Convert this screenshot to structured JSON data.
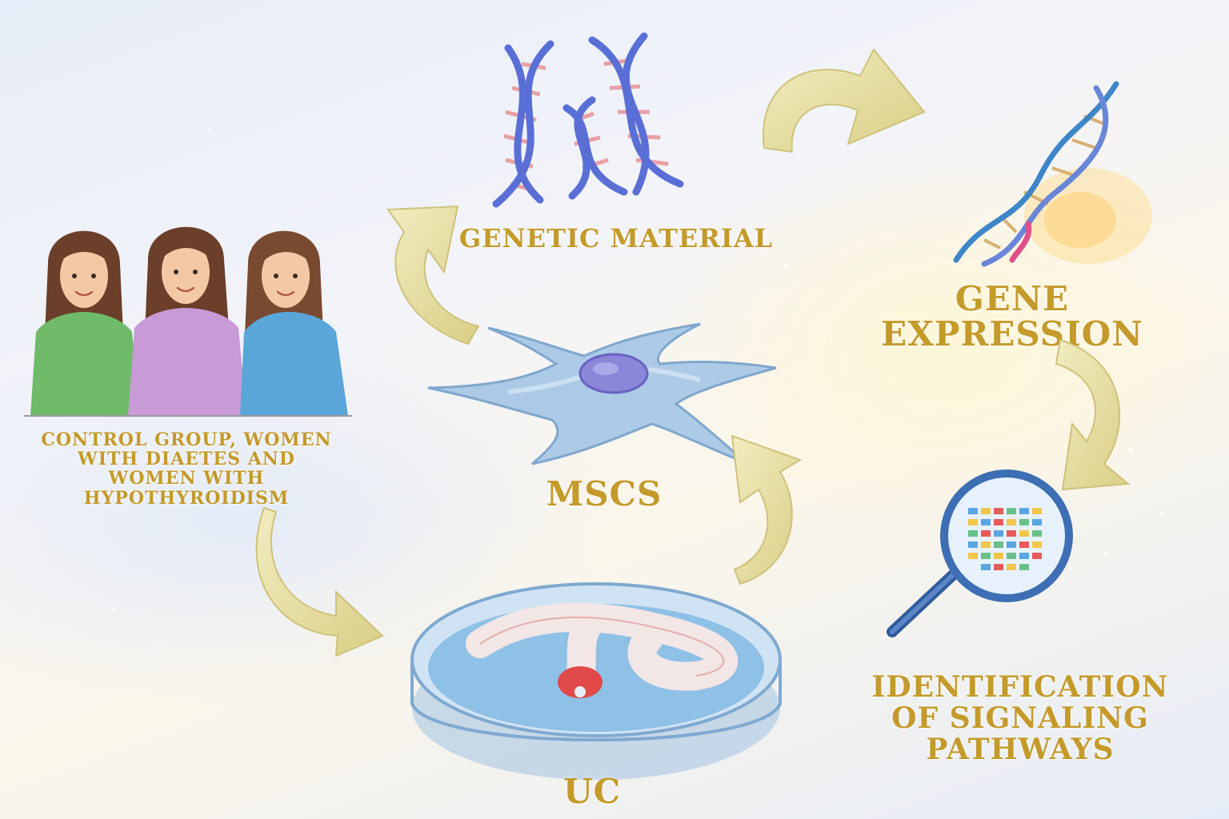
{
  "labels": {
    "genetic_material": "GENETIC MATERIAL",
    "gene_expression": "GENE EXPRESSION",
    "groups": "CONTROL GROUP, WOMEN WITH DIAETES AND WOMEN WITH HYPOTHYROIDISM",
    "mscs": "MSCS",
    "signaling": "IDENTIFICATION OF SIGNALING PATHWAYS",
    "uc": "UC"
  },
  "colors": {
    "label": "#c49a2a",
    "arrow": "#e6df9f",
    "dna_backbone": "#5a6fd6",
    "dna_rungs": "#e8a0a6"
  },
  "icons": [
    "dna-strands-icon",
    "dna-helix-icon",
    "women-group-illustration",
    "stem-cell-icon",
    "umbilical-cord-dish-icon",
    "magnifier-heatmap-icon",
    "curved-arrow-icon"
  ]
}
